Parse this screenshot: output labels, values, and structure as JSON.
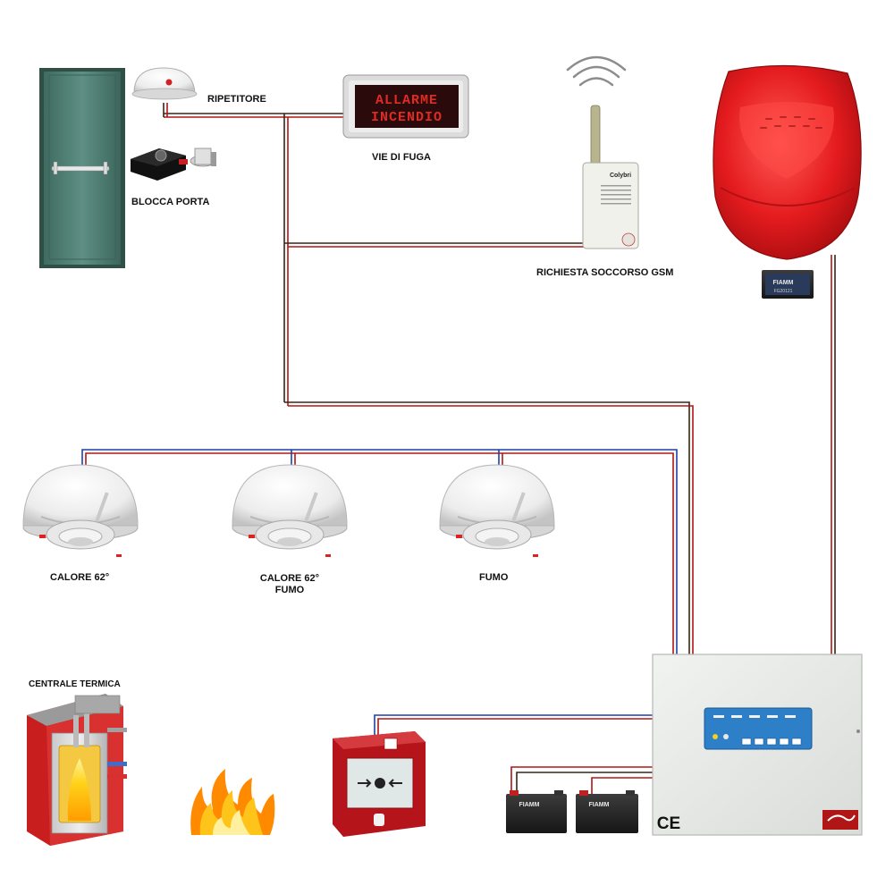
{
  "labels": {
    "ripetitore": "RIPETITORE",
    "blocca_porta": "BLOCCA PORTA",
    "vie_di_fuga": "VIE DI FUGA",
    "richiesta_soccorso_gsm": "RICHIESTA SOCCORSO GSM",
    "calore_62": "CALORE 62°",
    "calore_62_fumo_line1": "CALORE 62°",
    "calore_62_fumo_line2": "FUMO",
    "fumo": "FUMO",
    "centrale_termica": "CENTRALE TERMICA"
  },
  "device_text": {
    "sign_line1": "ALLARME",
    "sign_line2": "INCENDIO",
    "gsm_brand": "Colybri",
    "battery_brand": "FIAMM",
    "battery_model": "FG20121",
    "ce_mark": "CE"
  },
  "colors": {
    "wire_red": "#b11616",
    "wire_dark": "#3a2418",
    "wire_blue": "#1f3fa8",
    "siren_red": "#e0191c",
    "door_green": "#4f7f74",
    "panel_grey": "#e6e8e6",
    "panel_display": "#2d7fc8"
  }
}
